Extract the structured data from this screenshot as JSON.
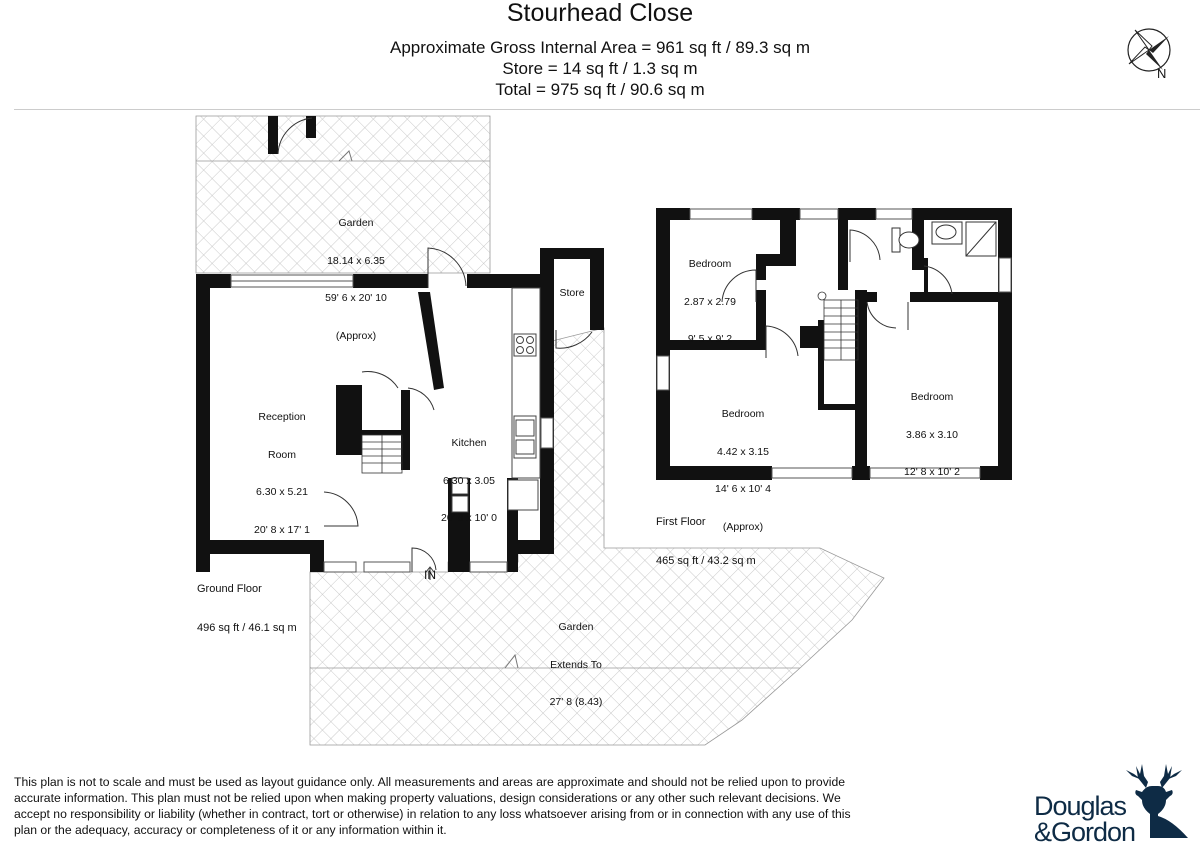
{
  "header": {
    "title": "Stourhead Close",
    "area_lines": [
      "Approximate Gross Internal Area = 961 sq ft / 89.3 sq m",
      "Store = 14 sq ft / 1.3 sq m",
      "Total = 975 sq ft / 90.6 sq m"
    ]
  },
  "compass": {
    "north_label": "N",
    "icon": "compass-rose-icon"
  },
  "ground_floor": {
    "label": "Ground Floor",
    "area": "496 sq ft / 46.1 sq m",
    "rooms": {
      "garden_rear": {
        "name": "Garden",
        "metric": "18.14 x 6.35",
        "imperial": "59' 6 x 20' 10",
        "note": "(Approx)"
      },
      "reception": {
        "name": "Reception",
        "name2": "Room",
        "metric": "6.30 x 5.21",
        "imperial": "20' 8 x 17' 1"
      },
      "kitchen": {
        "name": "Kitchen",
        "metric": "6.30 x 3.05",
        "imperial": "20' 8 x 10' 0"
      },
      "store": {
        "name": "Store"
      },
      "garden_front": {
        "name": "Garden",
        "name2": "Extends To",
        "dimension": "27' 8 (8.43)"
      }
    },
    "entrance": "IN"
  },
  "first_floor": {
    "label": "First Floor",
    "area": "465 sq ft / 43.2 sq m",
    "rooms": {
      "bedroom_small": {
        "name": "Bedroom",
        "metric": "2.87 x 2.79",
        "imperial": "9' 5 x 9' 2"
      },
      "bedroom_main": {
        "name": "Bedroom",
        "metric": "4.42 x 3.15",
        "imperial": "14' 6 x 10' 4",
        "note": "(Approx)"
      },
      "bedroom_right": {
        "name": "Bedroom",
        "metric": "3.86 x 3.10",
        "imperial": "12' 8 x 10' 2"
      }
    }
  },
  "disclaimer": "This plan is not to scale and must be used as layout guidance only. All measurements and areas are approximate and should not be relied upon to provide accurate information. This plan must not be relied upon when making property valuations, design considerations or any other such relevant decisions. We accept no responsibility or liability (whether in contract, tort or otherwise) in relation to any loss whatsoever arising from or in connection with any use of this plan or the adequacy, accuracy or completeness of it or any information within it.",
  "brand": {
    "line1": "Douglas",
    "line2": "&Gordon",
    "icon": "stag-logo-icon",
    "color": "#0e2b45"
  },
  "colors": {
    "wall": "#111111",
    "hatch": "#bdbdbd"
  }
}
